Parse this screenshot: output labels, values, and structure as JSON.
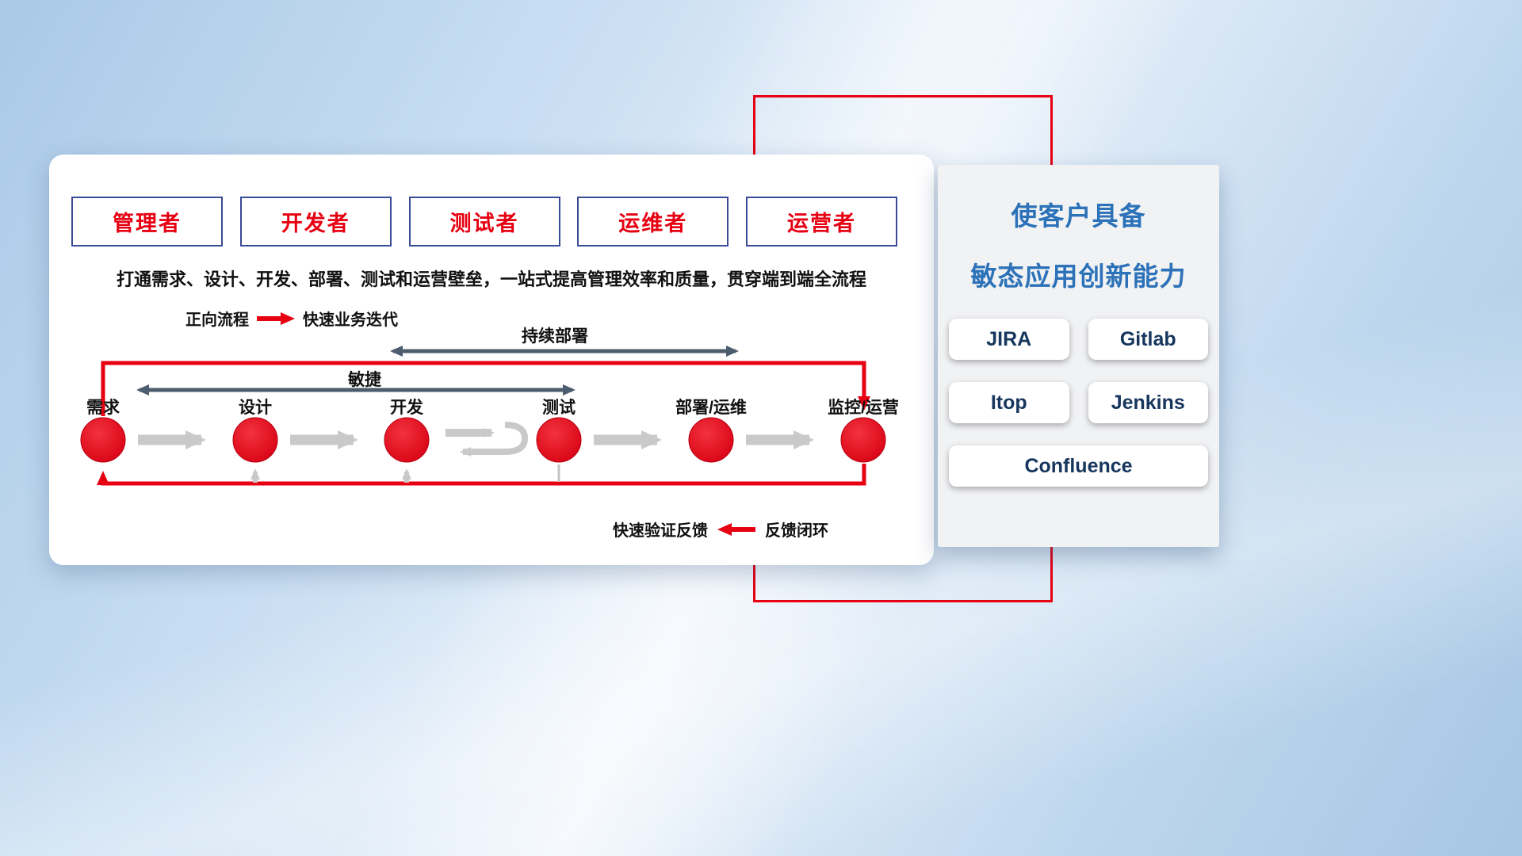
{
  "roles": [
    {
      "label": "管理者"
    },
    {
      "label": "开发者"
    },
    {
      "label": "测试者"
    },
    {
      "label": "运维者"
    },
    {
      "label": "运营者"
    }
  ],
  "description": "打通需求、设计、开发、部署、测试和运营壁垒，一站式提高管理效率和质量，贯穿端到端全流程",
  "legend_forward": {
    "label": "正向流程",
    "value": "快速业务迭代"
  },
  "legend_feedback": {
    "label": "快速验证反馈",
    "value": "反馈闭环"
  },
  "flow": {
    "agile_label": "敏捷",
    "continuous_deploy_label": "持续部署",
    "stages": [
      {
        "label": "需求"
      },
      {
        "label": "设计"
      },
      {
        "label": "开发"
      },
      {
        "label": "测试"
      },
      {
        "label": "部署/运维"
      },
      {
        "label": "监控/运营"
      }
    ]
  },
  "right_panel": {
    "title_line1": "使客户具备",
    "title_line2": "敏态应用创新能力",
    "tools": [
      "JIRA",
      "Gitlab",
      "Itop",
      "Jenkins",
      "Confluence"
    ]
  },
  "colors": {
    "accent_red": "#e60012",
    "title_blue": "#2c72b8",
    "role_border_blue": "#3a4b97",
    "dark_arrow": "#4d5d6e",
    "gray_arrow": "#c9c9c9",
    "tool_text_navy": "#17365d"
  }
}
